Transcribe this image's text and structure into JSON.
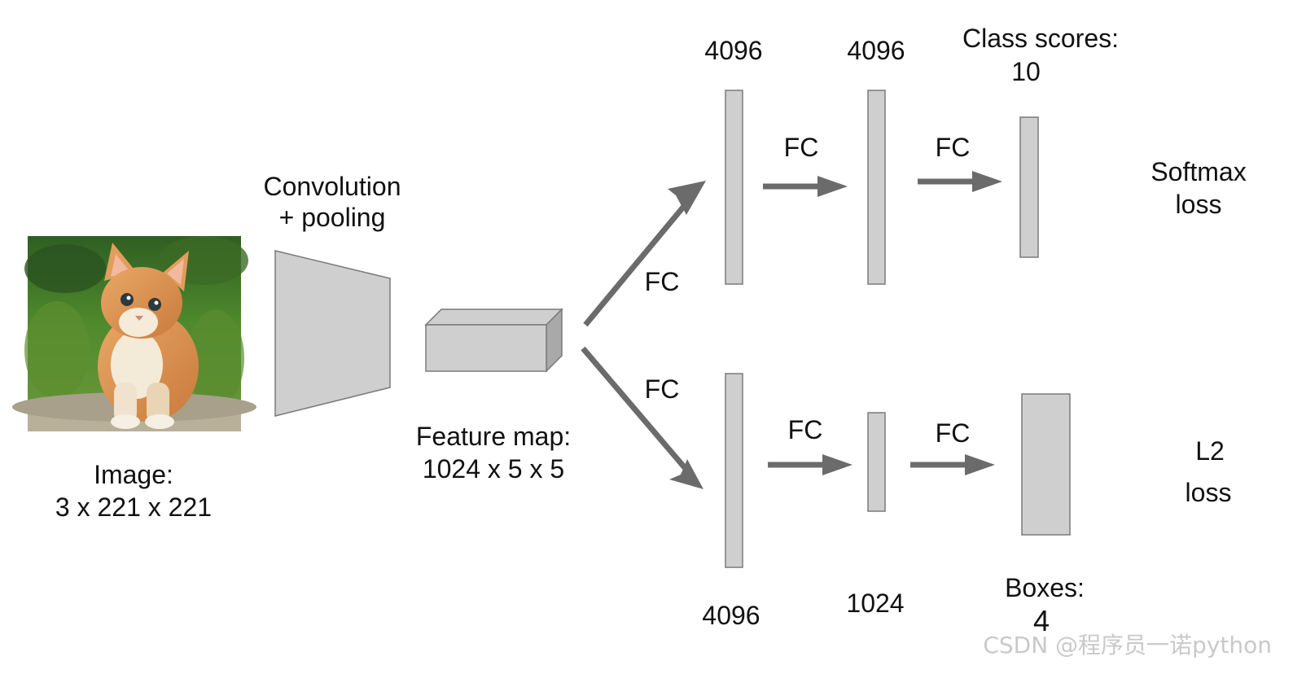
{
  "image_label": [
    "Image:",
    "3 x 221 x 221"
  ],
  "conv_label": [
    "Convolution",
    "+ pooling"
  ],
  "feature_label": [
    "Feature map:",
    "1024 x 5 x 5"
  ],
  "top_branch": {
    "fc_in": "FC",
    "layer1_size": "4096",
    "fc1": "FC",
    "layer2_size": "4096",
    "fc2": "FC",
    "output_label": [
      "Class scores:",
      "10"
    ],
    "loss": [
      "Softmax",
      "loss"
    ]
  },
  "bottom_branch": {
    "fc_in": "FC",
    "layer1_size": "4096",
    "fc1": "FC",
    "layer2_size": "1024",
    "fc2": "FC",
    "output_label": [
      "Boxes:",
      "4"
    ],
    "loss": [
      "L2",
      "loss"
    ]
  },
  "watermark": "CSDN @程序员一诺python",
  "colors": {
    "layer_fill": "#cfcfcf",
    "arrow": "#6b6b6b"
  }
}
